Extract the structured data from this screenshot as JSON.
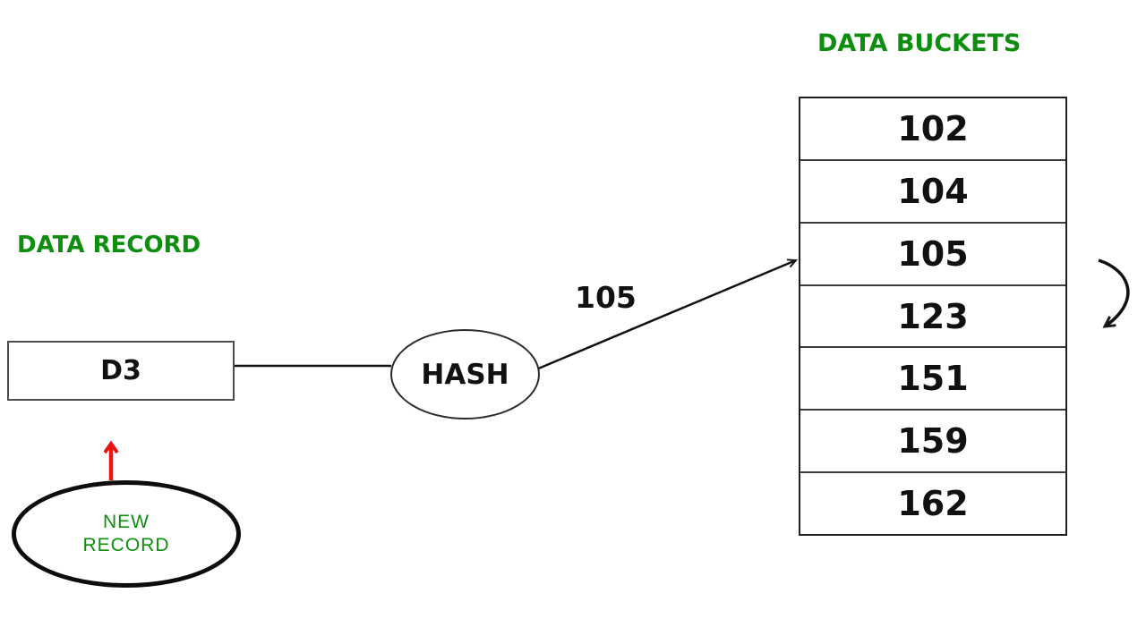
{
  "titles": {
    "data_buckets": "DATA BUCKETS",
    "data_record": "DATA RECORD"
  },
  "record_box": {
    "label": "D3"
  },
  "hash_node": {
    "label": "HASH"
  },
  "hash_output_label": "105",
  "new_record": {
    "line1": "NEW",
    "line2": "RECORD"
  },
  "buckets": [
    "102",
    "104",
    "105",
    "123",
    "151",
    "159",
    "162"
  ],
  "arrows": {
    "record_to_hash": "plain-line",
    "hash_to_bucket_105": "diagonal-arrow",
    "new_record_to_record_box": "red-up-arrow",
    "bucket_side": "curved-arrow"
  },
  "colors": {
    "heading_green": "#0e8e0e",
    "text_black": "#111111",
    "arrow_red": "#ee1111",
    "record_box_border": "#4d4d4d",
    "background": "#ffffff"
  }
}
